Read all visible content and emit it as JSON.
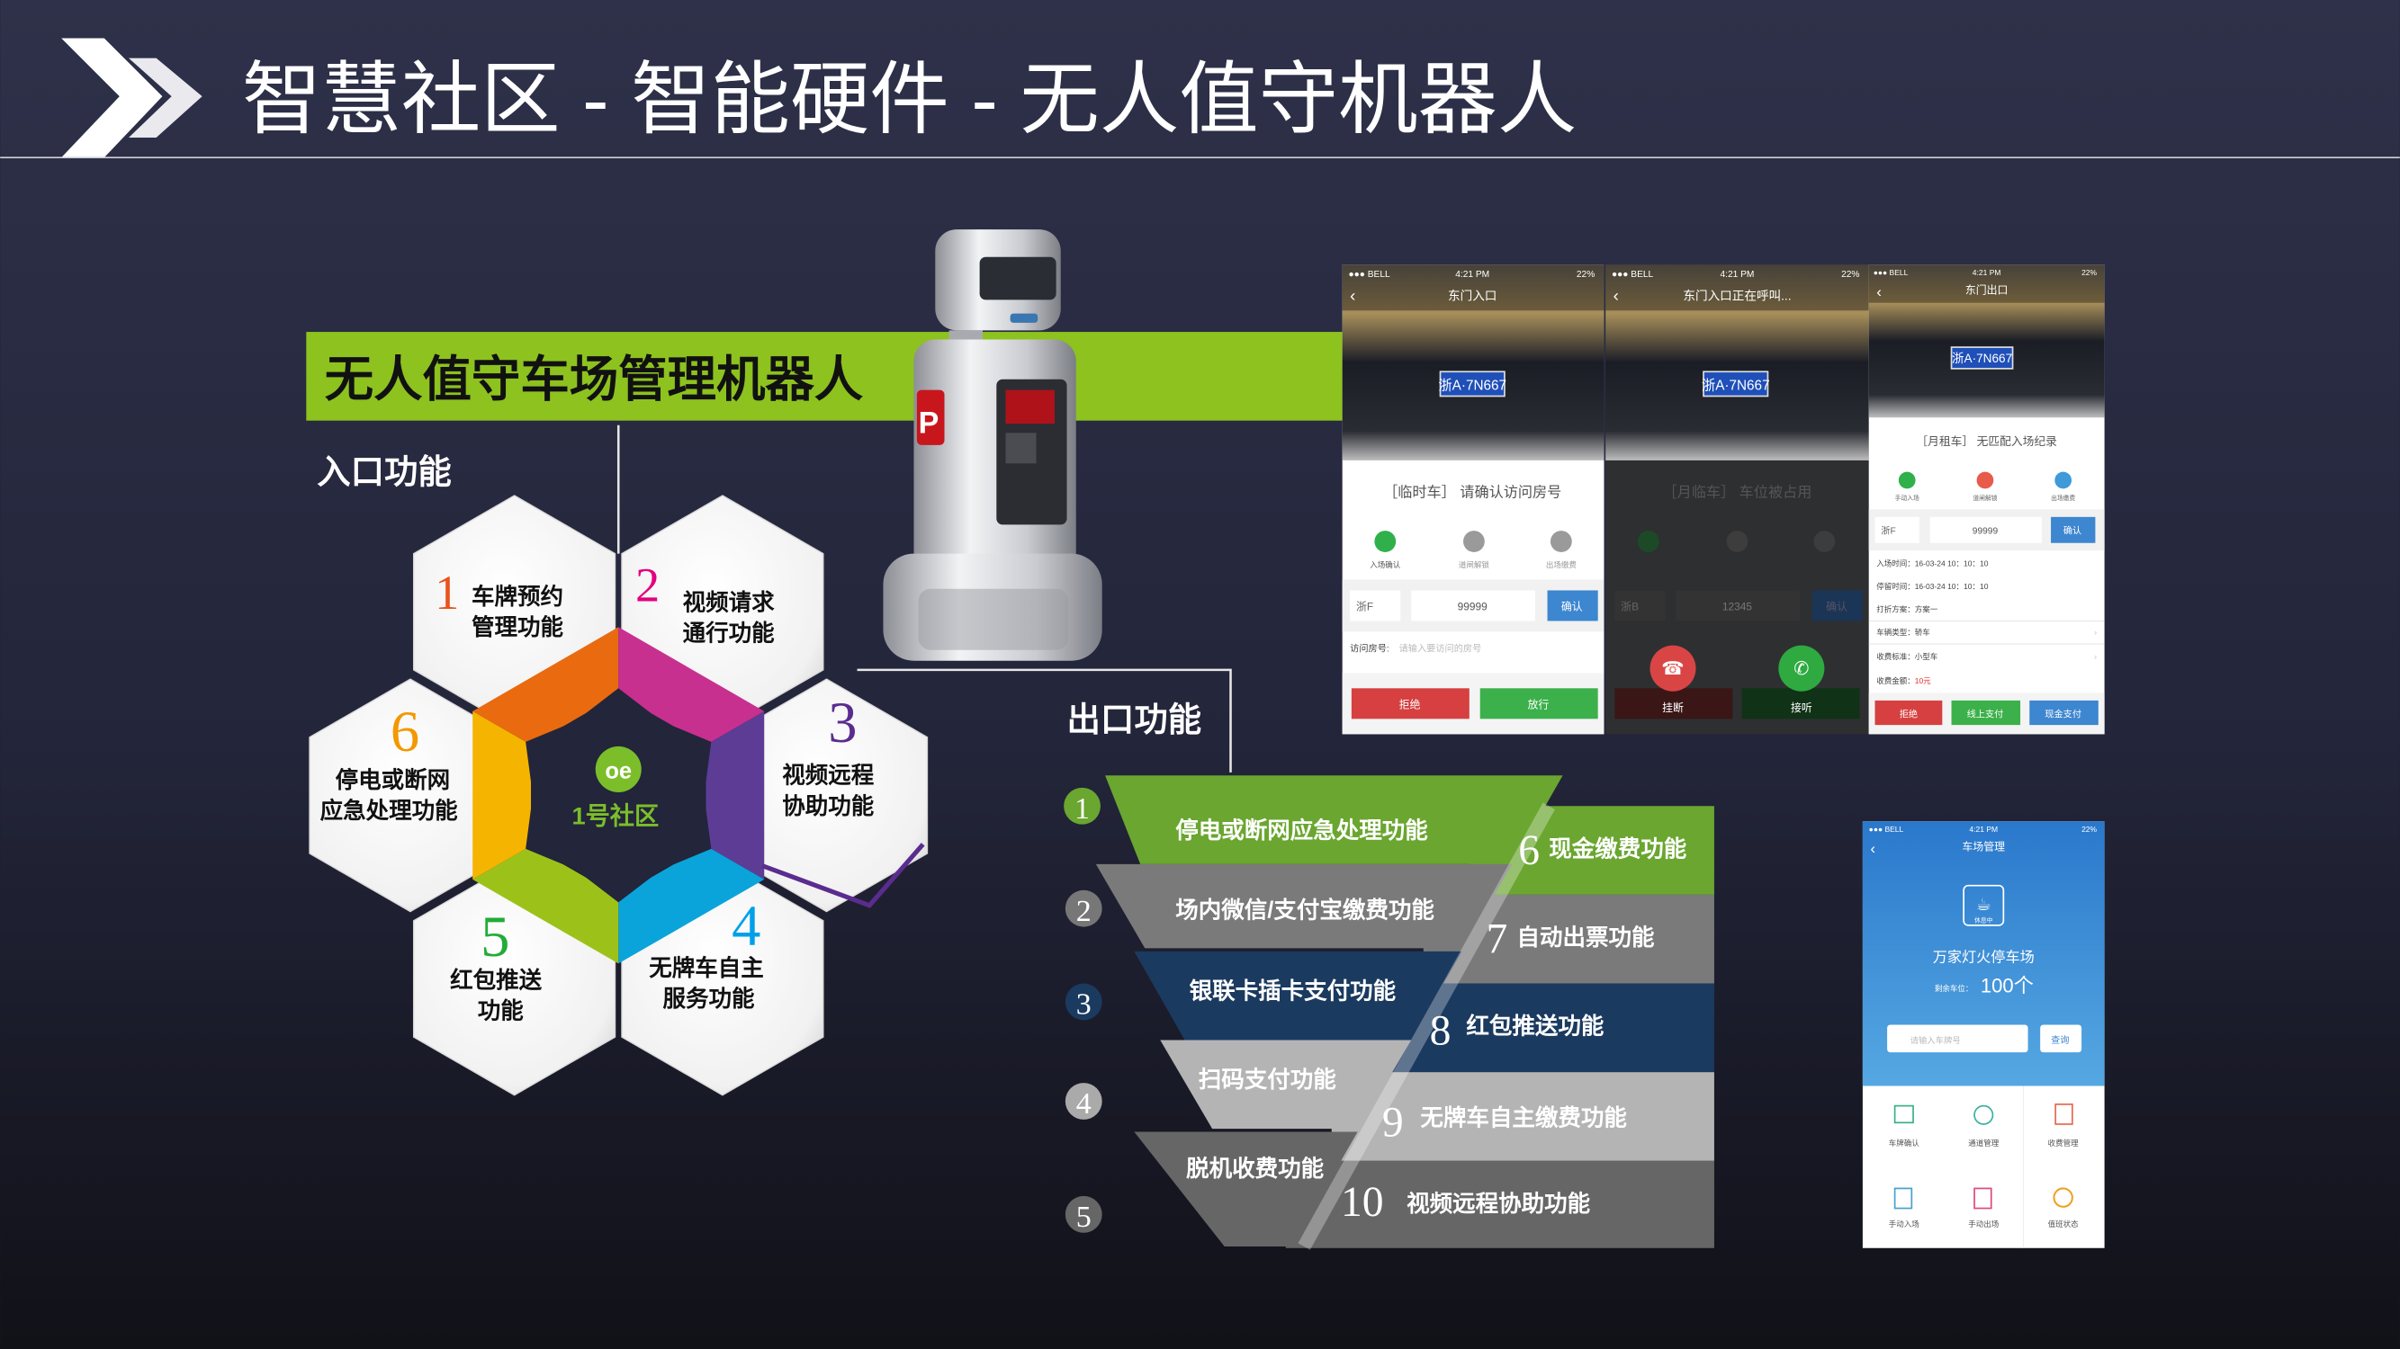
{
  "header": {
    "title": "智慧社区 - 智能硬件 - 无人值守机器人"
  },
  "banner": {
    "title": "无人值守车场管理机器人"
  },
  "robot": {
    "sign": "P"
  },
  "entry": {
    "heading": "入口功能",
    "features": [
      {
        "num": "1",
        "lines": [
          "车牌预约",
          "管理功能"
        ],
        "color": "#e8541c"
      },
      {
        "num": "2",
        "lines": [
          "视频请求",
          "通行功能"
        ],
        "color": "#e4007f"
      },
      {
        "num": "3",
        "lines": [
          "视频远程",
          "协助功能"
        ],
        "color": "#5b2c8f"
      },
      {
        "num": "4",
        "lines": [
          "无牌车自主",
          "服务功能"
        ],
        "color": "#00a0e9"
      },
      {
        "num": "5",
        "lines": [
          "红包推送",
          "功能"
        ],
        "color": "#22ac38"
      },
      {
        "num": "6",
        "lines": [
          "停电或断网",
          "应急处理功能"
        ],
        "color": "#f39800"
      }
    ],
    "ring_colors": [
      "#ea6a10",
      "#c8308f",
      "#5d3c96",
      "#0aa4da",
      "#9cc21a",
      "#f5b400"
    ],
    "logo_text": "1号社区"
  },
  "exit": {
    "heading": "出口功能",
    "left": [
      {
        "num": "1",
        "label": "停电或断网应急处理功能"
      },
      {
        "num": "2",
        "label": "场内微信/支付宝缴费功能"
      },
      {
        "num": "3",
        "label": "银联卡插卡支付功能"
      },
      {
        "num": "4",
        "label": "扫码支付功能"
      },
      {
        "num": "5",
        "label": "脱机收费功能"
      }
    ],
    "right": [
      {
        "num": "6",
        "label": "现金缴费功能"
      },
      {
        "num": "7",
        "label": "自动出票功能"
      },
      {
        "num": "8",
        "label": "红包推送功能"
      },
      {
        "num": "9",
        "label": "无牌车自主缴费功能"
      },
      {
        "num": "10",
        "label": "视频远程协助功能"
      }
    ],
    "colors": [
      "#6aa630",
      "#7a7a7a",
      "#1b3a5f",
      "#b4b4b4",
      "#666666"
    ]
  },
  "status": {
    "carrier": "●●● BELL",
    "time": "4:21 PM",
    "battery": "22%"
  },
  "phones": {
    "entry": {
      "title": "东门入口",
      "plate": "浙A·7N667",
      "prompt": "［临时车］ 请确认访问房号",
      "actions": [
        "入场确认",
        "道闸解锁",
        "出场缴费"
      ],
      "province": "浙F",
      "input": "99999",
      "confirm": "确认",
      "room_label": "访问房号:",
      "room_placeholder": "请输入要访问的房号",
      "buttons": [
        "拒绝",
        "放行"
      ]
    },
    "call": {
      "title": "东门入口正在呼叫...",
      "plate": "浙A·7N667",
      "prompt": "［月临车］ 车位被占用",
      "province": "浙B",
      "input": "12345",
      "confirm": "确认",
      "hangup": "挂断",
      "answer": "接听"
    },
    "exit": {
      "title": "东门出口",
      "plate": "浙A·7N667",
      "prompt": "［月租车］ 无匹配入场纪录",
      "actions": [
        "手动入场",
        "道闸解锁",
        "出场缴费"
      ],
      "province": "浙F",
      "input": "99999",
      "confirm": "确认",
      "details": [
        "入场时间：16-03-24 10：10：10",
        "停留时间：16-03-24 10：10：10",
        "打折方案：方案一",
        "车辆类型：轿车",
        "收费标准：小型车"
      ],
      "fee_label": "收费金额：",
      "fee": "10元",
      "buttons": [
        "拒绝",
        "线上支付",
        "现金支付"
      ]
    },
    "manage": {
      "title": "车场管理",
      "state": "休息中",
      "lot": "万家灯火停车场",
      "remaining_label": "剩余车位：",
      "remaining": "100个",
      "placeholder": "请输入车牌号",
      "query": "查询",
      "grid": [
        "车牌确认",
        "通道管理",
        "收费管理",
        "手动入场",
        "手动出场",
        "值班状态"
      ]
    }
  }
}
